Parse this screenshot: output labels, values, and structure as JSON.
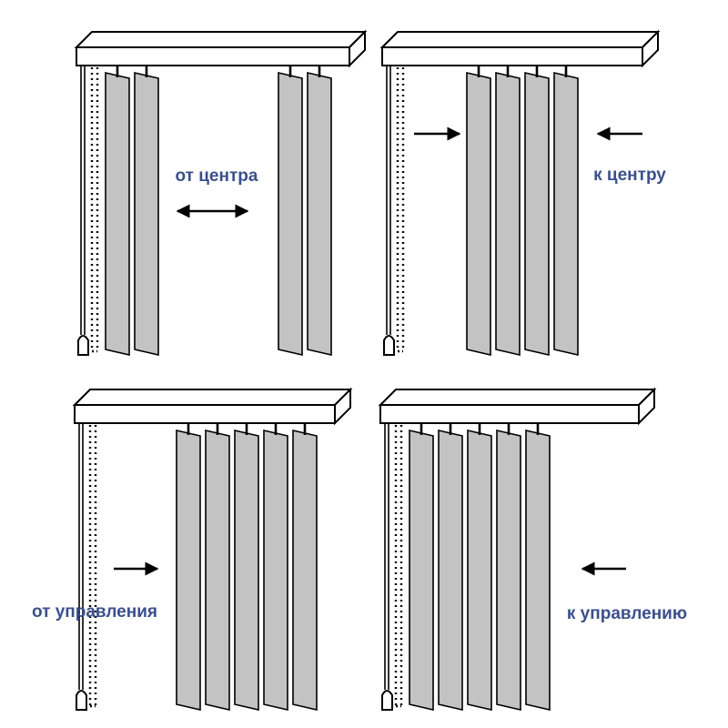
{
  "colors": {
    "label": "#3b4f8c",
    "slat_fill": "#c3c3c3",
    "outline": "#000000",
    "background": "#ffffff"
  },
  "panels": [
    {
      "id": "from-center",
      "label": "от центра",
      "arrow": "double",
      "slat_groups": [
        2,
        2
      ]
    },
    {
      "id": "to-center",
      "label": "к центру",
      "arrow": "converging",
      "slat_groups": [
        4
      ]
    },
    {
      "id": "from-control",
      "label": "от управления",
      "arrow": "right",
      "slat_groups": [
        5
      ]
    },
    {
      "id": "to-control",
      "label": "к управлению",
      "arrow": "left",
      "slat_groups": [
        5
      ]
    }
  ]
}
